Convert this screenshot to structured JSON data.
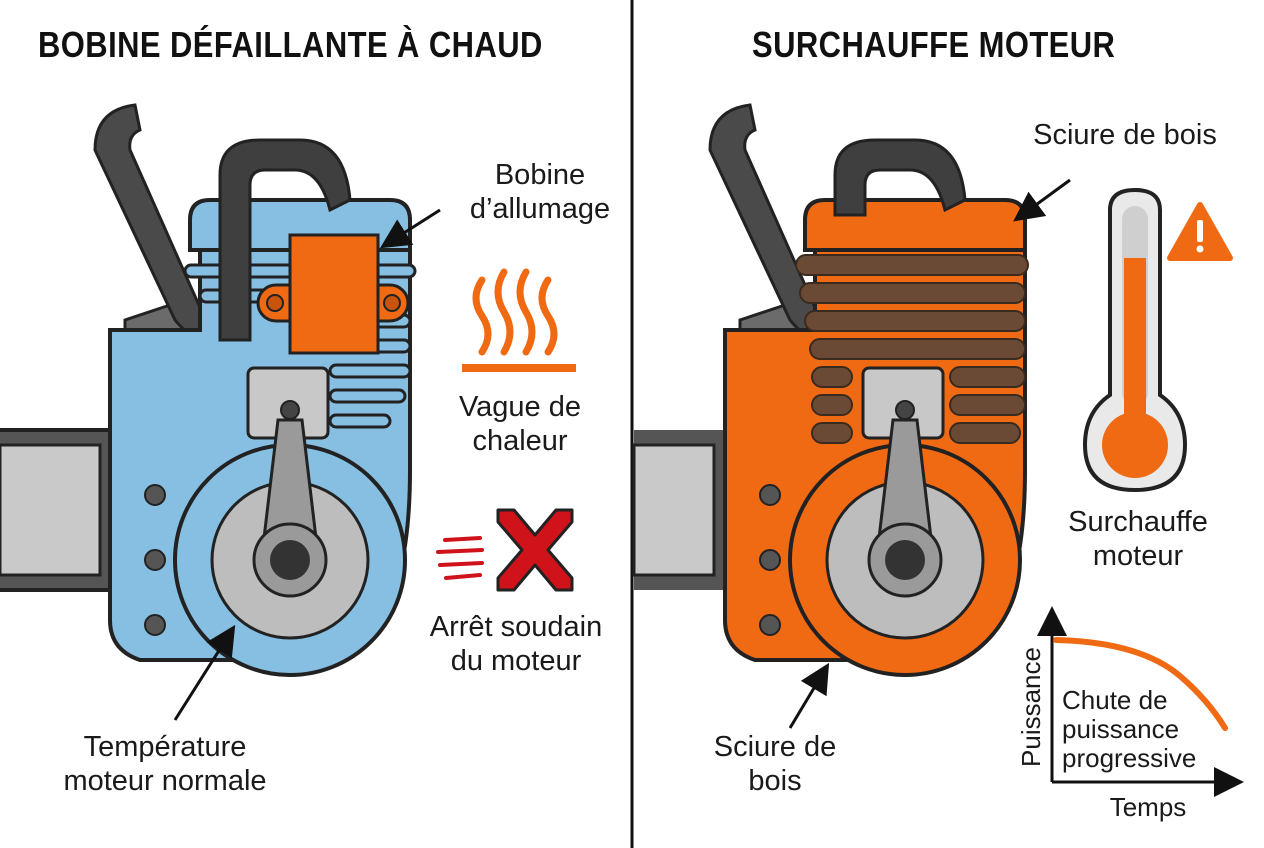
{
  "left": {
    "title": "BOBINE DÉFAILLANTE À CHAUD",
    "coil_label": [
      "Bobine",
      "d’allumage"
    ],
    "heat_label": [
      "Vague de",
      "chaleur"
    ],
    "stop_label": [
      "Arrêt soudain",
      "du moteur"
    ],
    "temp_label": [
      "Température",
      "moteur normale"
    ]
  },
  "right": {
    "title": "SURCHAUFFE MOTEUR",
    "sawdust_top_label": "Sciure de bois",
    "sawdust_bottom_label": [
      "Sciure de",
      "bois"
    ],
    "overheat_label": [
      "Surchauffe",
      "moteur"
    ],
    "graph": {
      "ylabel": "Puissance",
      "xlabel": "Temps",
      "annotation": [
        "Chute de",
        "puissance",
        "progressive"
      ]
    }
  },
  "colors": {
    "cool_engine": "#86bfe2",
    "hot_engine": "#f06a14",
    "coil": "#f06a14",
    "sawdust": "#6b4a35",
    "warning": "#f06a14",
    "stop_x": "#d0121b"
  }
}
